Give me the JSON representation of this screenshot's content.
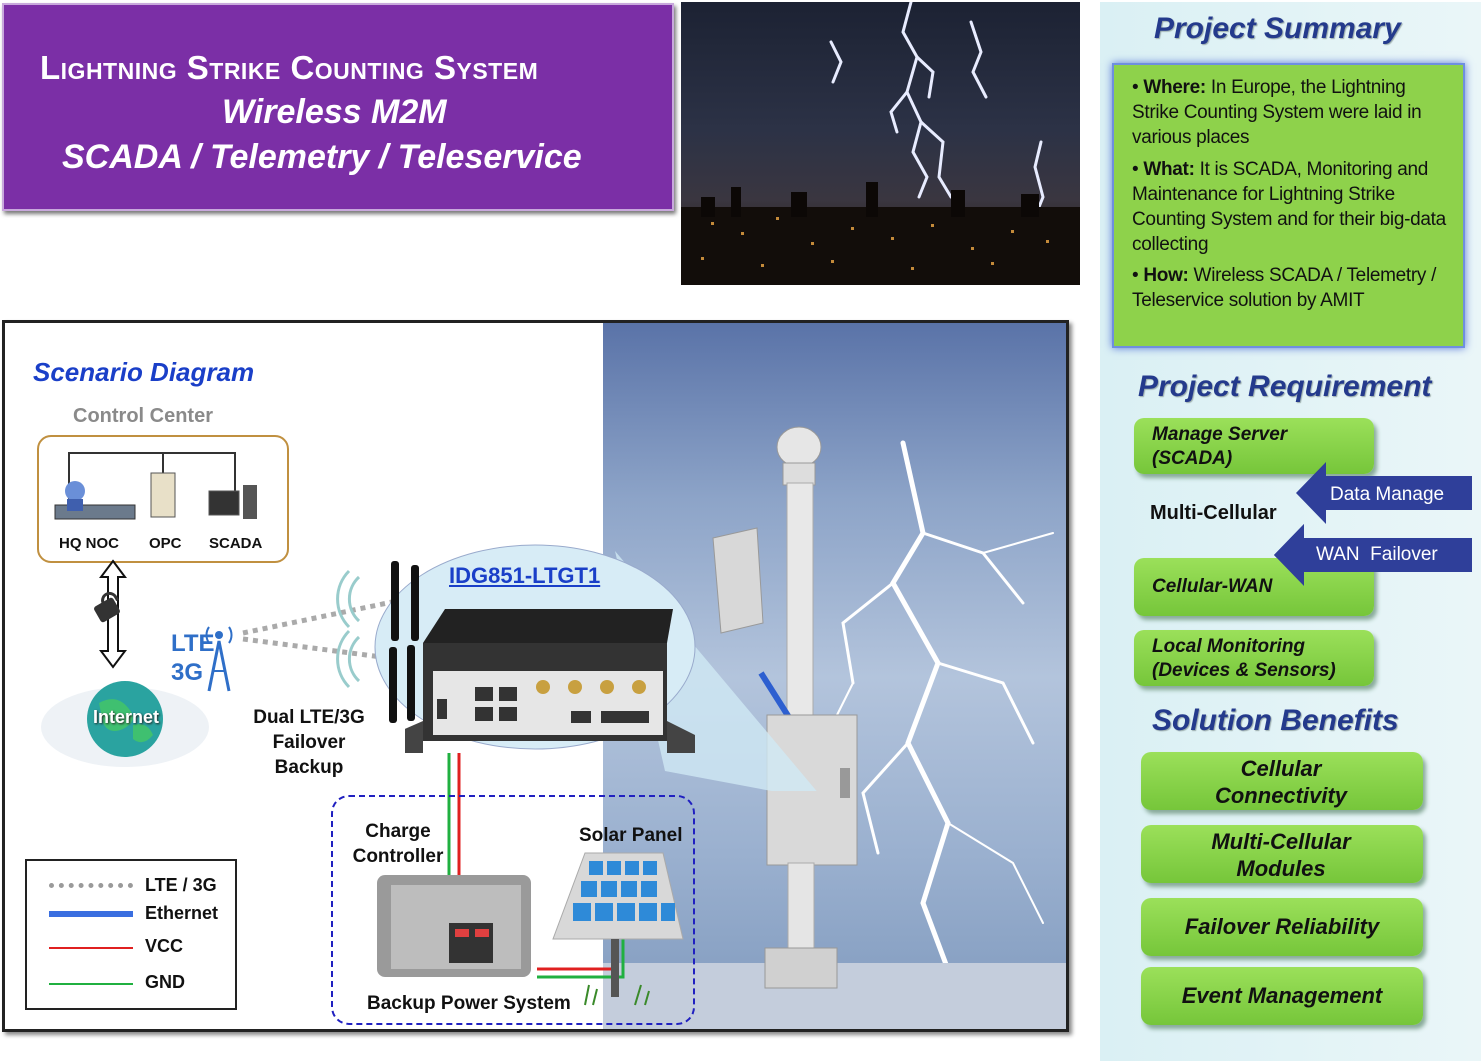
{
  "title": {
    "line1": "Lightning Strike Counting System",
    "line2": "Wireless M2M",
    "line3": "SCADA / Telemetry / Teleservice"
  },
  "summary": {
    "heading": "Project Summary",
    "items": [
      {
        "label": "Where:",
        "text": " In Europe, the Lightning Strike Counting System were laid in various places"
      },
      {
        "label": "What:",
        "text": " It is SCADA, Monitoring and Maintenance for Lightning Strike Counting System and for their big-data collecting"
      },
      {
        "label": "How:",
        "text": " Wireless SCADA / Telemetry / Teleservice solution by AMIT"
      }
    ]
  },
  "requirement": {
    "heading": "Project Requirement",
    "manage_server": "Manage Server (SCADA)",
    "multi_cellular": "Multi-Cellular",
    "data_manage": "Data Manage",
    "wan_failover": "WAN  Failover",
    "cellular_wan": "Cellular-WAN",
    "local_monitoring": "Local Monitoring (Devices & Sensors)"
  },
  "benefits": {
    "heading": "Solution Benefits",
    "items": [
      "Cellular Connectivity",
      "Multi-Cellular Modules",
      "Failover Reliability",
      "Event Management"
    ]
  },
  "scenario": {
    "heading": "Scenario Diagram",
    "control_center": "Control Center",
    "hq_noc": "HQ NOC",
    "opc": "OPC",
    "scada": "SCADA",
    "internet": "Internet",
    "lte": "LTE",
    "g3": "3G",
    "device": "IDG851-LTGT1",
    "dual_failover": "Dual  LTE/3G Failover Backup",
    "charge_controller": "Charge Controller",
    "solar_panel": "Solar Panel",
    "backup_power": "Backup Power System"
  },
  "legend": {
    "items": [
      {
        "label": "LTE / 3G",
        "color": "#9a9a9a",
        "style": "dotted"
      },
      {
        "label": "Ethernet",
        "color": "#3a6ee0",
        "style": "solid-thick"
      },
      {
        "label": "VCC",
        "color": "#e02020",
        "style": "solid"
      },
      {
        "label": "GND",
        "color": "#20b040",
        "style": "solid"
      }
    ]
  },
  "colors": {
    "title_bg": "#7b2fa6",
    "accent_blue": "#243a8c",
    "green": "#8ed24b",
    "arrow": "#2f3f9a"
  }
}
